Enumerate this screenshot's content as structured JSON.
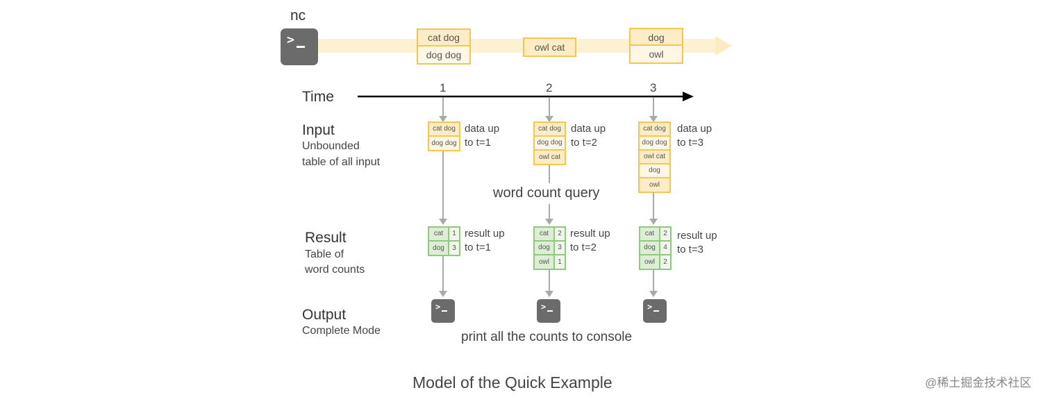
{
  "source": {
    "label": "nc",
    "icon": "terminal-icon"
  },
  "stream_batches": [
    [
      "cat dog",
      "dog dog"
    ],
    [
      "owl cat"
    ],
    [
      "dog",
      "owl"
    ]
  ],
  "time": {
    "label": "Time",
    "ticks": [
      "1",
      "2",
      "3"
    ]
  },
  "input": {
    "title": "Input",
    "sub1": "Unbounded",
    "sub2": "table of all input",
    "tables": [
      {
        "rows": [
          "cat dog",
          "dog dog"
        ],
        "note1": "data up",
        "note2": "to t=1"
      },
      {
        "rows": [
          "cat dog",
          "dog dog",
          "owl cat"
        ],
        "note1": "data up",
        "note2": "to t=2"
      },
      {
        "rows": [
          "cat dog",
          "dog dog",
          "owl cat",
          "dog",
          "owl"
        ],
        "note1": "data up",
        "note2": "to t=3"
      }
    ]
  },
  "query_label": "word count query",
  "result": {
    "title": "Result",
    "sub1": "Table of",
    "sub2": "word counts",
    "tables": [
      {
        "rows": [
          [
            "cat",
            "1"
          ],
          [
            "dog",
            "3"
          ]
        ],
        "note1": "result up",
        "note2": "to t=1"
      },
      {
        "rows": [
          [
            "cat",
            "2"
          ],
          [
            "dog",
            "3"
          ],
          [
            "owl",
            "1"
          ]
        ],
        "note1": "result up",
        "note2": "to t=2"
      },
      {
        "rows": [
          [
            "cat",
            "2"
          ],
          [
            "dog",
            "4"
          ],
          [
            "owl",
            "2"
          ]
        ],
        "note1": "result up",
        "note2": "to t=3"
      }
    ]
  },
  "output": {
    "title": "Output",
    "sub": "Complete Mode",
    "caption": "print all the counts to console",
    "icon": "terminal-icon"
  },
  "footer_title": "Model of the Quick Example",
  "watermark": "@稀土掘金技术社区",
  "colors": {
    "stream_band": "#fde7b3",
    "input_border": "#f7c652",
    "input_fill": "#fdedc6",
    "result_border": "#8fc97e",
    "result_fill": "#dcefd4",
    "console": "#6b6b6b"
  }
}
